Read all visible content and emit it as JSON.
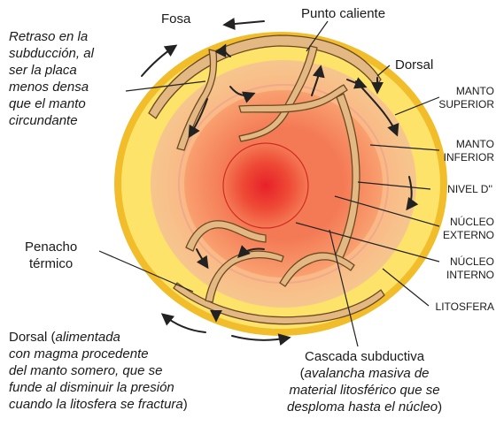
{
  "labels": {
    "fosa": "Fosa",
    "punto_caliente": "Punto caliente",
    "dorsal_top": "Dorsal",
    "retraso": [
      "Retraso en la",
      "subducción, al",
      "ser la placa",
      "menos densa",
      "que  el manto",
      "circundante"
    ],
    "manto_superior": [
      "MANTO",
      "SUPERIOR"
    ],
    "manto_inferior": [
      "MANTO",
      "INFERIOR"
    ],
    "nivel_d": "NIVEL D''",
    "nucleo_externo": [
      "NÚCLEO",
      "EXTERNO"
    ],
    "nucleo_interno": [
      "NÚCLEO",
      "INTERNO"
    ],
    "litosfera": "LITOSFERA",
    "penacho": [
      "Penacho",
      "térmico"
    ],
    "dorsal_bottom": {
      "l1_normal": "Dorsal (",
      "l1_italic": "alimentada",
      "l2": "con magma procedente",
      "l3": "del manto somero, que se",
      "l4": "funde al disminuir la presión",
      "l5_italic": "cuando la litosfera se fractura",
      "l5_normal": ")"
    },
    "cascada": {
      "l1": "Cascada subductiva",
      "l2_normal": "(",
      "l2_italic": "avalancha masiva de",
      "l3": "material litosférico que se",
      "l4_italic": "desploma hasta el núcleo",
      "l4_normal": ")"
    }
  },
  "colors": {
    "litosfera": "#f2bd2a",
    "manto_superior": "#fde36a",
    "manto_inferior": "#f9b37a",
    "nucleo_externo": "#f58a63",
    "nucleo_interno": "#e8342b",
    "slab": "#e3b882",
    "outline": "#5a3a1a"
  }
}
